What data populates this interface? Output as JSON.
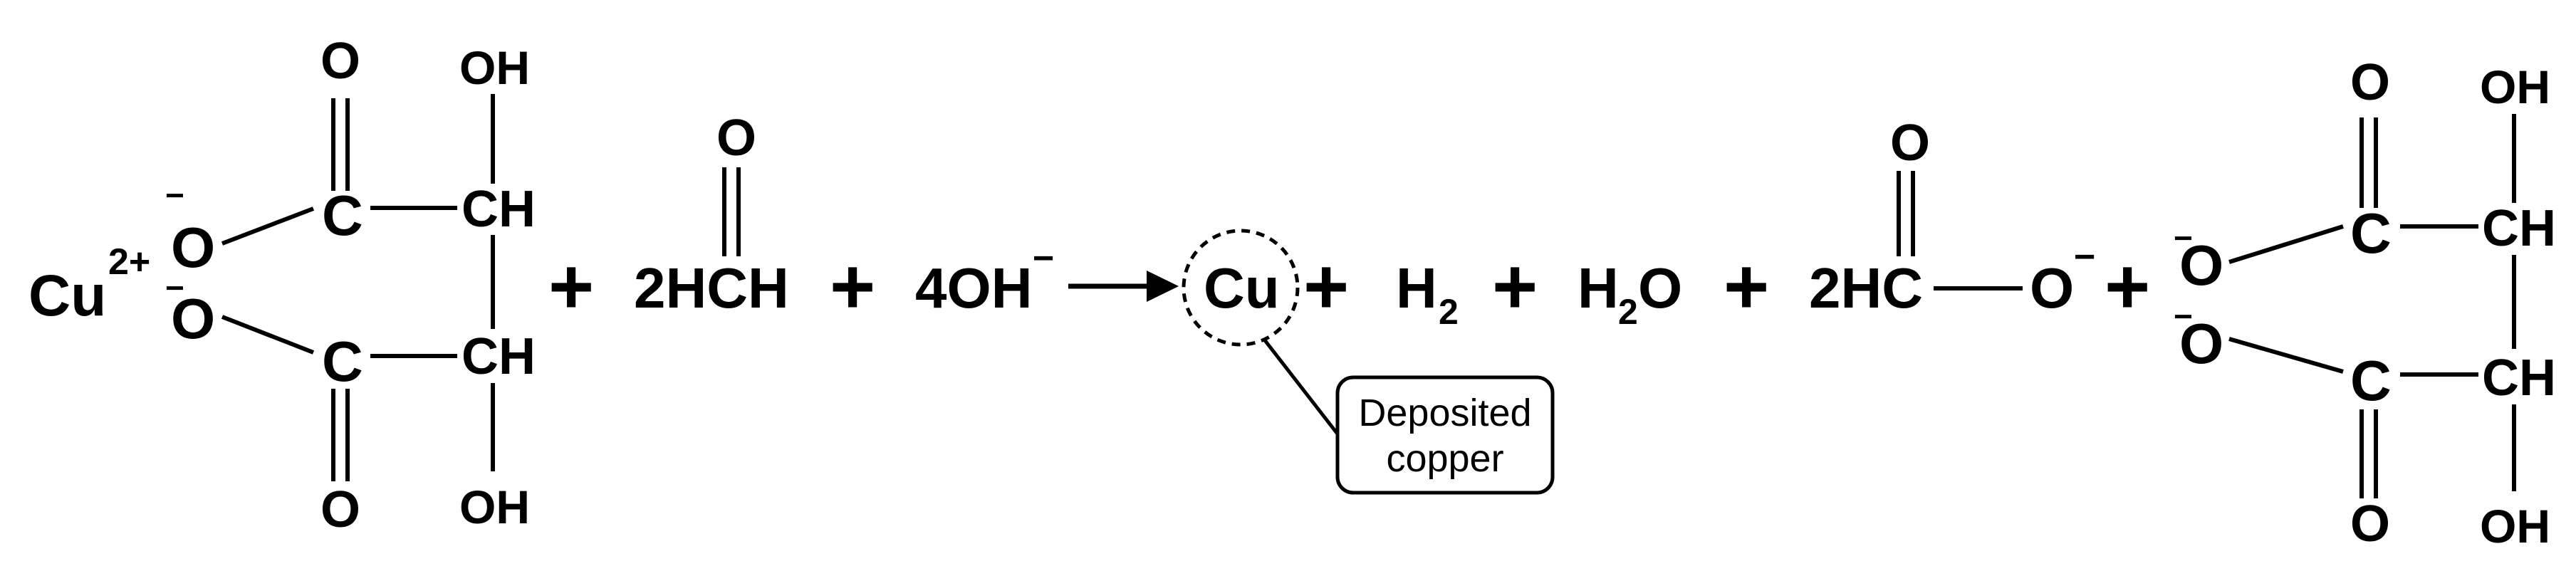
{
  "reaction": {
    "copper_ion": {
      "symbol": "Cu",
      "charge": "2+"
    },
    "tartrate": {
      "oxygen": "O",
      "carbon": "C",
      "ch": "CH",
      "hydroxyl": "OH",
      "minus": "−"
    },
    "plus": "+",
    "formaldehyde": {
      "prefix": "2HCH",
      "oxygen": "O"
    },
    "hydroxide": {
      "base": "4OH",
      "charge": "−"
    },
    "product_copper": {
      "symbol": "Cu"
    },
    "callout": {
      "line1": "Deposited",
      "line2": "copper"
    },
    "hydrogen": {
      "base": "H",
      "sub": "2"
    },
    "water": {
      "a": "H",
      "sub": "2",
      "b": "O"
    },
    "formate": {
      "prefix": "2HC",
      "oxygen": "O",
      "minus": "−"
    }
  },
  "colors": {
    "ink": "#000000",
    "background": "#ffffff"
  }
}
